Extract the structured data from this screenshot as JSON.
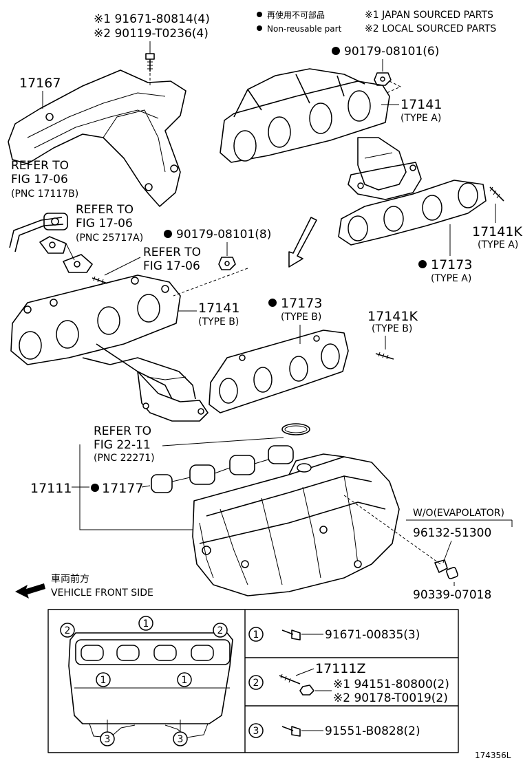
{
  "legend": {
    "non_reusable_jp": "再使用不可部品",
    "non_reusable_en": "Non-reusable part",
    "japan_sourced": "※1 JAPAN SOURCED PARTS",
    "local_sourced": "※2 LOCAL SOURCED PARTS"
  },
  "labels": {
    "bolt_jp_top": "※1 91671-80814(4)",
    "bolt_local_top": "※2 90119-T0236(4)",
    "heat_insulator": "17167",
    "nut_6": "90179-08101(6)",
    "manifold_a": "17141",
    "type_a": "(TYPE A)",
    "refer_1_line1": "REFER TO",
    "refer_1_line2": "FIG 17-06",
    "refer_1_pnc": "(PNC 17117B)",
    "refer_2_line1": "REFER TO",
    "refer_2_line2": "FIG 17-06",
    "refer_2_pnc": "(PNC 25717A)",
    "refer_3_line1": "REFER TO",
    "refer_3_line2": "FIG 17-06",
    "nut_8": "90179-08101(8)",
    "stud_a": "17141K",
    "stud_a_type": "(TYPE A)",
    "gasket_a": "17173",
    "gasket_a_type": "(TYPE A)",
    "manifold_b": "17141",
    "type_b": "(TYPE B)",
    "gasket_b": "17173",
    "gasket_b_type": "(TYPE B)",
    "stud_b": "17141K",
    "stud_b_type": "(TYPE B)",
    "refer_4_line1": "REFER TO",
    "refer_4_line2": "FIG 22-11",
    "refer_4_pnc": "(PNC 22271)",
    "intake_manifold": "17111",
    "intake_gasket": "17177",
    "wo_evap": "W/O(EVAPOLATOR)",
    "part_96132": "96132-51300",
    "part_90339": "90339-07018",
    "front_jp": "車両前方",
    "front_en": "VEHICLE FRONT SIDE",
    "figure_id": "174356L"
  },
  "callouts": {
    "c1": "1",
    "c2": "2",
    "c3": "3"
  },
  "table": {
    "row1_part": "91671-00835(3)",
    "row2_stud": "17111Z",
    "row2_jp": "※1 94151-80800(2)",
    "row2_local": "※2 90178-T0019(2)",
    "row3_part": "91551-B0828(2)"
  }
}
